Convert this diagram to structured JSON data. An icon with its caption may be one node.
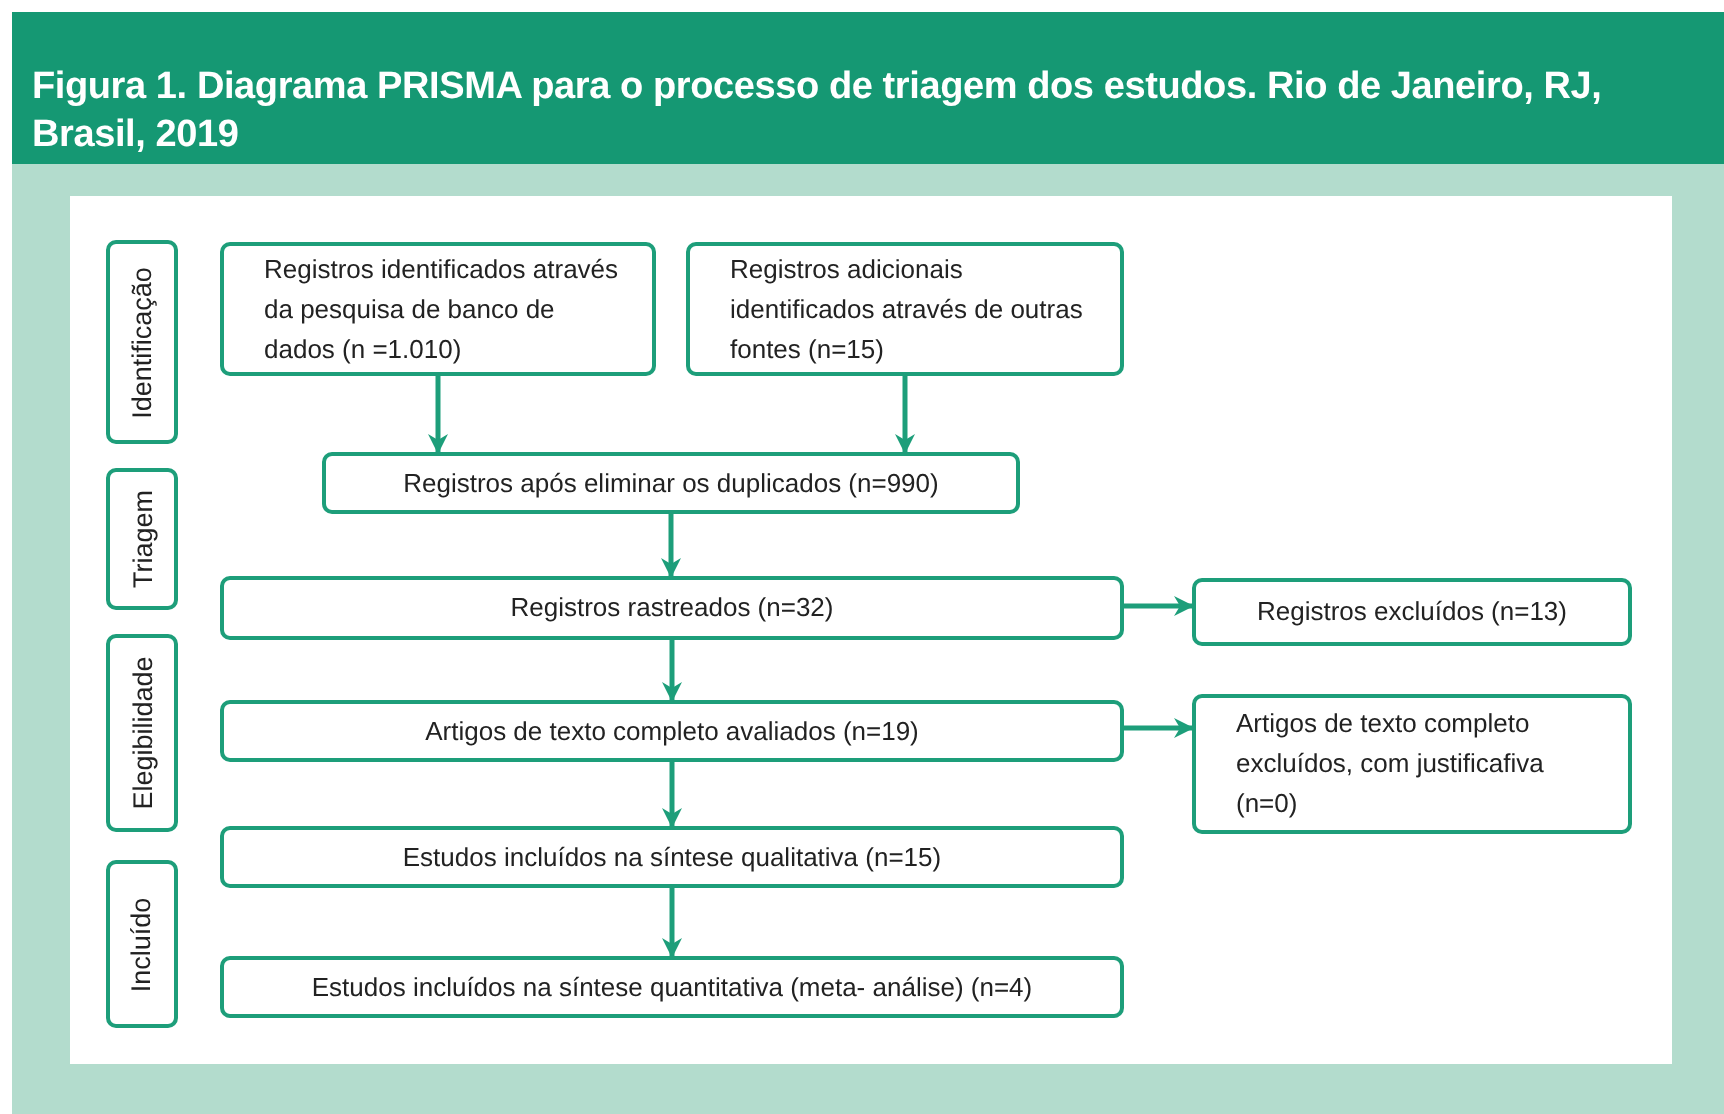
{
  "diagram": {
    "title": "Figura 1. Diagrama PRISMA para o processo de triagem dos estudos. Rio de Janeiro, RJ, Brasil, 2019",
    "nodes": [
      {
        "text": [
          "Identificação"
        ]
      },
      {
        "text": [
          "Triagem"
        ]
      },
      {
        "text": [
          "Elegibilidade"
        ]
      },
      {
        "text": [
          "Incluído"
        ]
      },
      {
        "text": [
          "Registros identificados através da pesquisa de banco de dados (n =1.010)"
        ]
      },
      {
        "text": [
          "Registros adicionais identificados através de outras fontes (n=15)"
        ]
      },
      {
        "text": [
          "Registros após eliminar os duplicados (n=990)"
        ]
      },
      {
        "text": [
          "Registros rastreados (n=32)"
        ]
      },
      {
        "text": [
          "Registros excluídos (n=13)"
        ]
      },
      {
        "text": [
          "Artigos de texto completo avaliados (n=19)"
        ]
      },
      {
        "text": [
          "Artigos de texto completo excluídos, com justificafiva (n=0)"
        ]
      },
      {
        "text": [
          "Estudos incluídos na síntese qualitativa (n=15)"
        ]
      },
      {
        "text": [
          "Estudos incluídos na síntese quantitativa (meta- análise) (n=4)"
        ]
      }
    ],
    "edges": [
      {
        "from": 4,
        "to": 6,
        "arrow": "to"
      },
      {
        "from": 5,
        "to": 6,
        "arrow": "to"
      },
      {
        "from": 6,
        "to": 7,
        "arrow": "to"
      },
      {
        "from": 7,
        "to": 8,
        "arrow": "to"
      },
      {
        "from": 7,
        "to": 9,
        "arrow": "to"
      },
      {
        "from": 9,
        "to": 10,
        "arrow": "to"
      },
      {
        "from": 9,
        "to": 11,
        "arrow": "to"
      },
      {
        "from": 11,
        "to": 12,
        "arrow": "to"
      }
    ]
  }
}
